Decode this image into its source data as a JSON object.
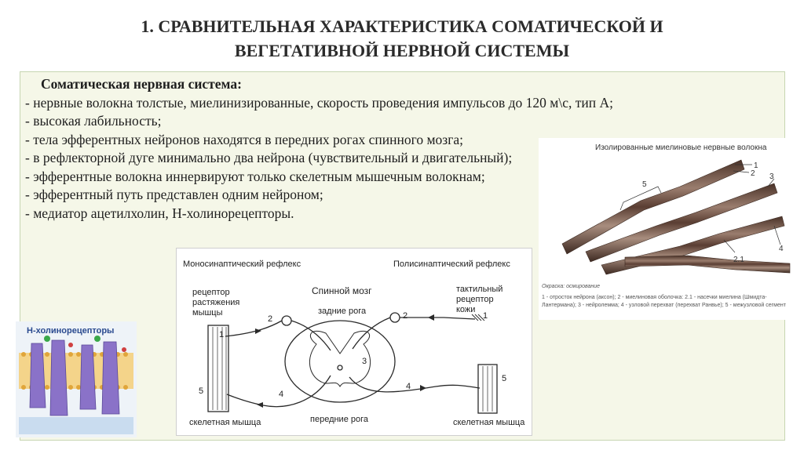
{
  "slide": {
    "title_line1": "1. СРАВНИТЕЛЬНАЯ ХАРАКТЕРИСТИКА СОМАТИЧЕСКОЙ И",
    "title_line2": "ВЕГЕТАТИВНОЙ НЕРВНОЙ СИСТЕМЫ"
  },
  "body": {
    "subtitle": "Соматическая нервная система:",
    "lines": [
      "- нервные волокна толстые, миелинизированные, скорость проведения импульсов до 120 м\\с, тип А;",
      "- высокая лабильность;",
      "- тела эфферентных нейронов находятся в передних рогах спинного мозга;",
      "- в рефлекторной дуге минимально два нейрона (чувствительный и двигательный);",
      "- эфферентные волокна иннервируют только скелетным мышечным волокнам;",
      "- эфферентный путь представлен одним нейроном;",
      "- медиатор ацетилхолин, Н-холинорецепторы."
    ]
  },
  "fiber_figure": {
    "title": "Изолированные миелиновые нервные волокна",
    "labels": [
      "1",
      "2",
      "3",
      "5",
      "2.1",
      "4"
    ],
    "stain": "Окраска: осмирование",
    "legend": "1 - отросток нейрона (аксон); 2 - миелиновая оболочка: 2.1 - насечки миелина (Шмидта-Лантермана); 3 - нейролемма; 4 - узловой перехват (перехват Ранвье); 5 - межузловой сегмент"
  },
  "reflex_figure": {
    "title_left": "Моносинаптический рефлекс",
    "title_right": "Полисинаптический рефлекс",
    "spinal_cord": "Спинной мозг",
    "dorsal_horns": "задние рога",
    "ventral_horns": "передние рога",
    "receptor_left": "рецептор\nрастяжения\nмышцы",
    "receptor_right": "тактильный\nрецептор\nкожи",
    "muscle_left": "скелетная мышца",
    "muscle_right": "скелетная мышца",
    "nums": {
      "l1": "1",
      "l2": "2",
      "l4": "4",
      "l5": "5",
      "r1": "1",
      "r2": "2",
      "r3": "3",
      "r4": "4",
      "r5": "5"
    }
  },
  "receptor_figure": {
    "title": "Н-холинорецепторы"
  },
  "colors": {
    "content_bg": "#f5f7e8",
    "content_border": "#c7d6b2",
    "fiber_brown": "#6b4a3a",
    "receptor_title": "#2a4a8f"
  }
}
